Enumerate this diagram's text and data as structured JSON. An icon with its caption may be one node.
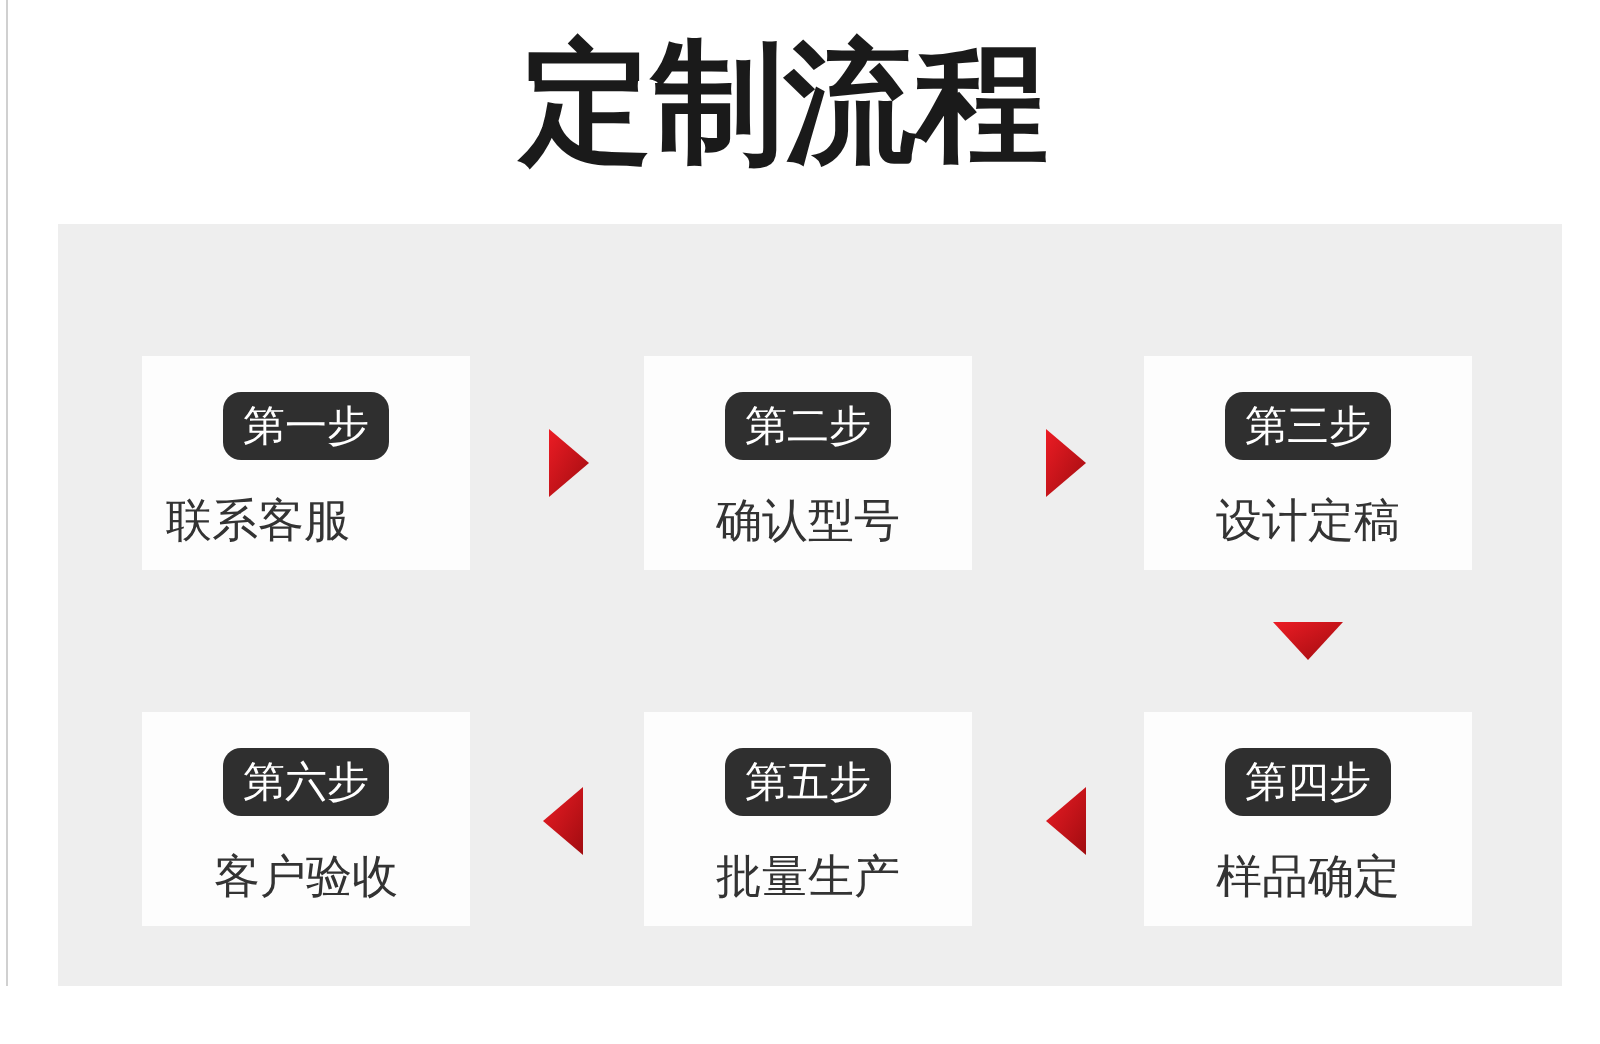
{
  "diagram": {
    "title": "定制流程",
    "nodes": [
      {
        "text": [
          "第一步",
          "联系客服"
        ]
      },
      {
        "text": [
          "第二步",
          "确认型号"
        ]
      },
      {
        "text": [
          "第三步",
          "设计定稿"
        ]
      },
      {
        "text": [
          "第六步",
          "客户验收"
        ]
      },
      {
        "text": [
          "第五步",
          "批量生产"
        ]
      },
      {
        "text": [
          "第四步",
          "样品确定"
        ]
      }
    ],
    "edges": [
      {
        "from": 0,
        "to": 1,
        "arrow": "to"
      },
      {
        "from": 1,
        "to": 2,
        "arrow": "to"
      },
      {
        "from": 2,
        "to": 5,
        "arrow": "to"
      },
      {
        "from": 5,
        "to": 4,
        "arrow": "to"
      },
      {
        "from": 4,
        "to": 3,
        "arrow": "to"
      }
    ]
  }
}
